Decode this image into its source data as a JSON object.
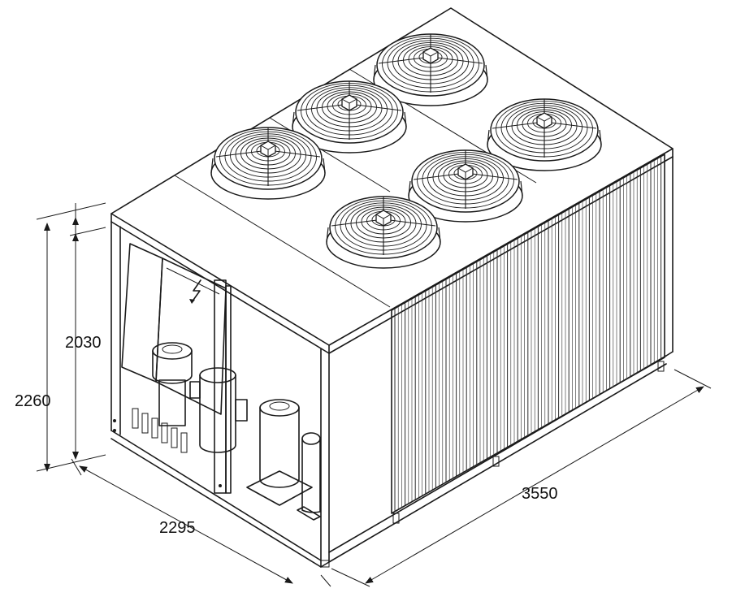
{
  "dimensions": {
    "total_height": "2260",
    "body_height": "2030",
    "width": "2295",
    "length": "3550"
  },
  "unit": {
    "fan_count": 6,
    "fan_icon": "condenser-fan",
    "warning_symbol": "electrical-hazard-icon"
  },
  "colors": {
    "line": "#1a1a1a",
    "background": "#ffffff"
  }
}
